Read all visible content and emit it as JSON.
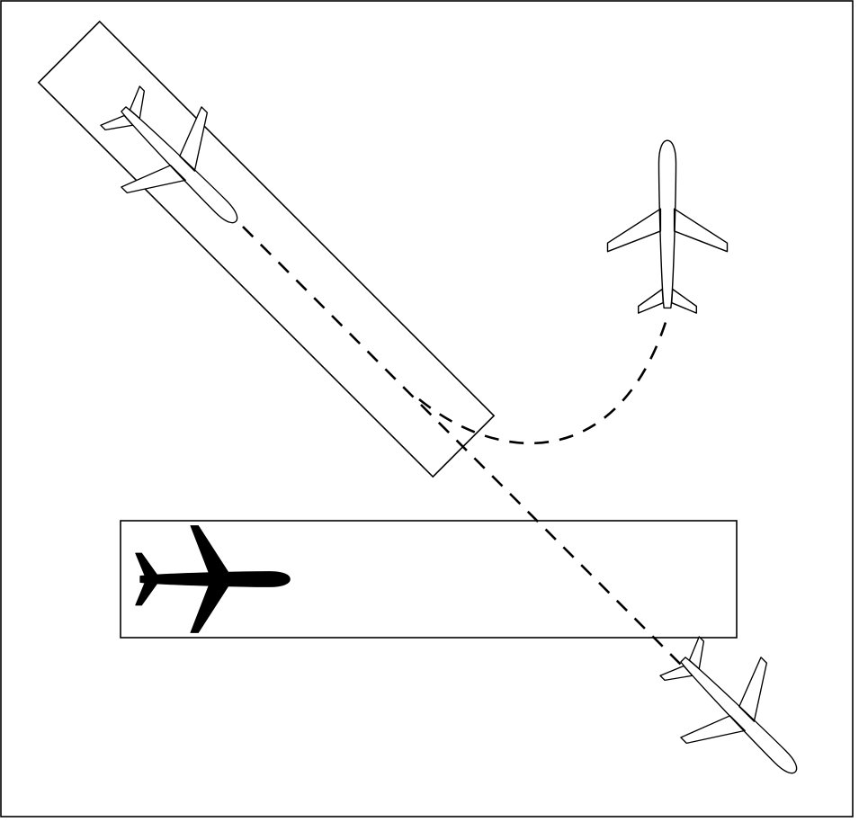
{
  "diagram": {
    "border_color": "#000000",
    "background": "#ffffff",
    "runways": [
      {
        "id": "runway-diagonal",
        "orientation": "northwest-southeast"
      },
      {
        "id": "runway-horizontal",
        "orientation": "east-west"
      }
    ],
    "aircraft": [
      {
        "id": "aircraft-takeoff-diagonal",
        "style": "outline",
        "icon": "airplane-icon"
      },
      {
        "id": "aircraft-departing-north",
        "style": "outline",
        "icon": "airplane-icon"
      },
      {
        "id": "aircraft-departing-southeast",
        "style": "outline",
        "icon": "airplane-icon"
      },
      {
        "id": "aircraft-on-runway",
        "style": "solid",
        "icon": "airplane-icon"
      }
    ],
    "paths": [
      {
        "id": "straight-flight-path",
        "style": "dashed"
      },
      {
        "id": "turning-flight-path",
        "style": "dashed"
      }
    ]
  }
}
